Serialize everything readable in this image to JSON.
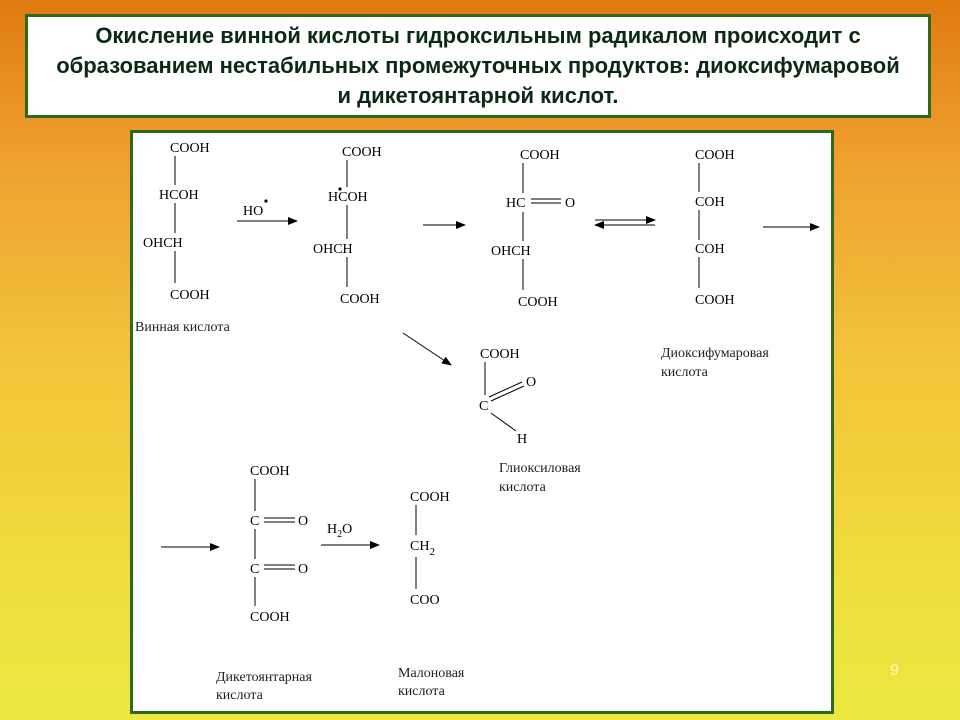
{
  "slide": {
    "title": "Окисление винной кислоты гидроксильным радикалом происходит с образованием нестабильных промежуточных продуктов: диоксифумаровой и дикетоянтарной кислот.",
    "page_number": "9"
  },
  "diagram": {
    "tartaric": {
      "r1": "COOH",
      "r2": "HCOH",
      "r3": "OHCH",
      "r4": "COOH",
      "label": "Винная кислота"
    },
    "reagent_ho": "HO",
    "radical": {
      "r1": "COOH",
      "r2": "HCOH",
      "r3": "OHCH",
      "r4": "COOH"
    },
    "keto": {
      "r1": "COOH",
      "r2": "HC",
      "r2o": "O",
      "r3": "OHCH",
      "r4": "COOH"
    },
    "dioxyfumaric": {
      "r1": "COOH",
      "r2": "COH",
      "r3": "COH",
      "r4": "COOH",
      "label1": "Диоксифумаровая",
      "label2": "кислота"
    },
    "glyoxylic": {
      "r1": "COOH",
      "c": "C",
      "o": "O",
      "h": "H",
      "label1": "Глиоксиловая",
      "label2": "кислота"
    },
    "diketosuccinic": {
      "r1": "COOH",
      "c1": "C",
      "o1": "O",
      "c2": "C",
      "o2": "O",
      "r4": "COOH",
      "label1": "Дикетоянтарная",
      "label2": "кислота"
    },
    "reagent_water": {
      "h": "H",
      "sub": "2",
      "o": "O"
    },
    "malonic": {
      "r1": "COOH",
      "ch": "CH",
      "sub": "2",
      "r3": "COO",
      "label1": "Малоновая",
      "label2": "кислота"
    }
  }
}
